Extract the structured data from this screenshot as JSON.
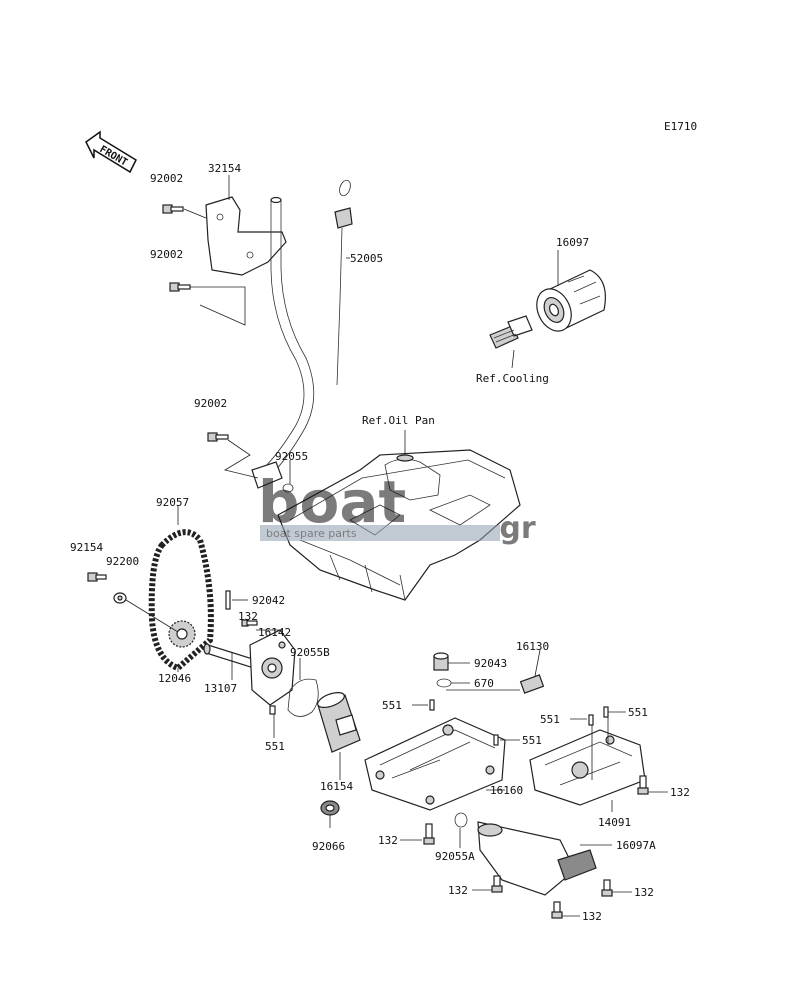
{
  "diagram": {
    "code": "E1710",
    "front_label": "FRONT",
    "refs": {
      "oil_pan": "Ref.Oil Pan",
      "cooling": "Ref.Cooling"
    },
    "watermark": {
      "brand_main": "boat",
      "brand_suffix": ".gr",
      "tagline": "boat spare parts"
    },
    "callouts": {
      "c32154": "32154",
      "c92002_a": "92002",
      "c92002_b": "92002",
      "c92002_c": "92002",
      "c52005": "52005",
      "c16097": "16097",
      "c92055": "92055",
      "c92057": "92057",
      "c92154": "92154",
      "c92200": "92200",
      "c92042": "92042",
      "c132_a": "132",
      "c16142": "16142",
      "c92055B": "92055B",
      "c12046": "12046",
      "c13107": "13107",
      "c551_a": "551",
      "c16154": "16154",
      "c92066": "92066",
      "c16130": "16130",
      "c92043": "92043",
      "c670": "670",
      "c551_b": "551",
      "c551_c": "551",
      "c551_d": "551",
      "c551_e": "551",
      "c16160": "16160",
      "c132_b": "132",
      "c92055A": "92055A",
      "c14091": "14091",
      "c132_c": "132",
      "c16097A": "16097A",
      "c132_d": "132",
      "c132_e": "132",
      "c132_f": "132"
    }
  }
}
